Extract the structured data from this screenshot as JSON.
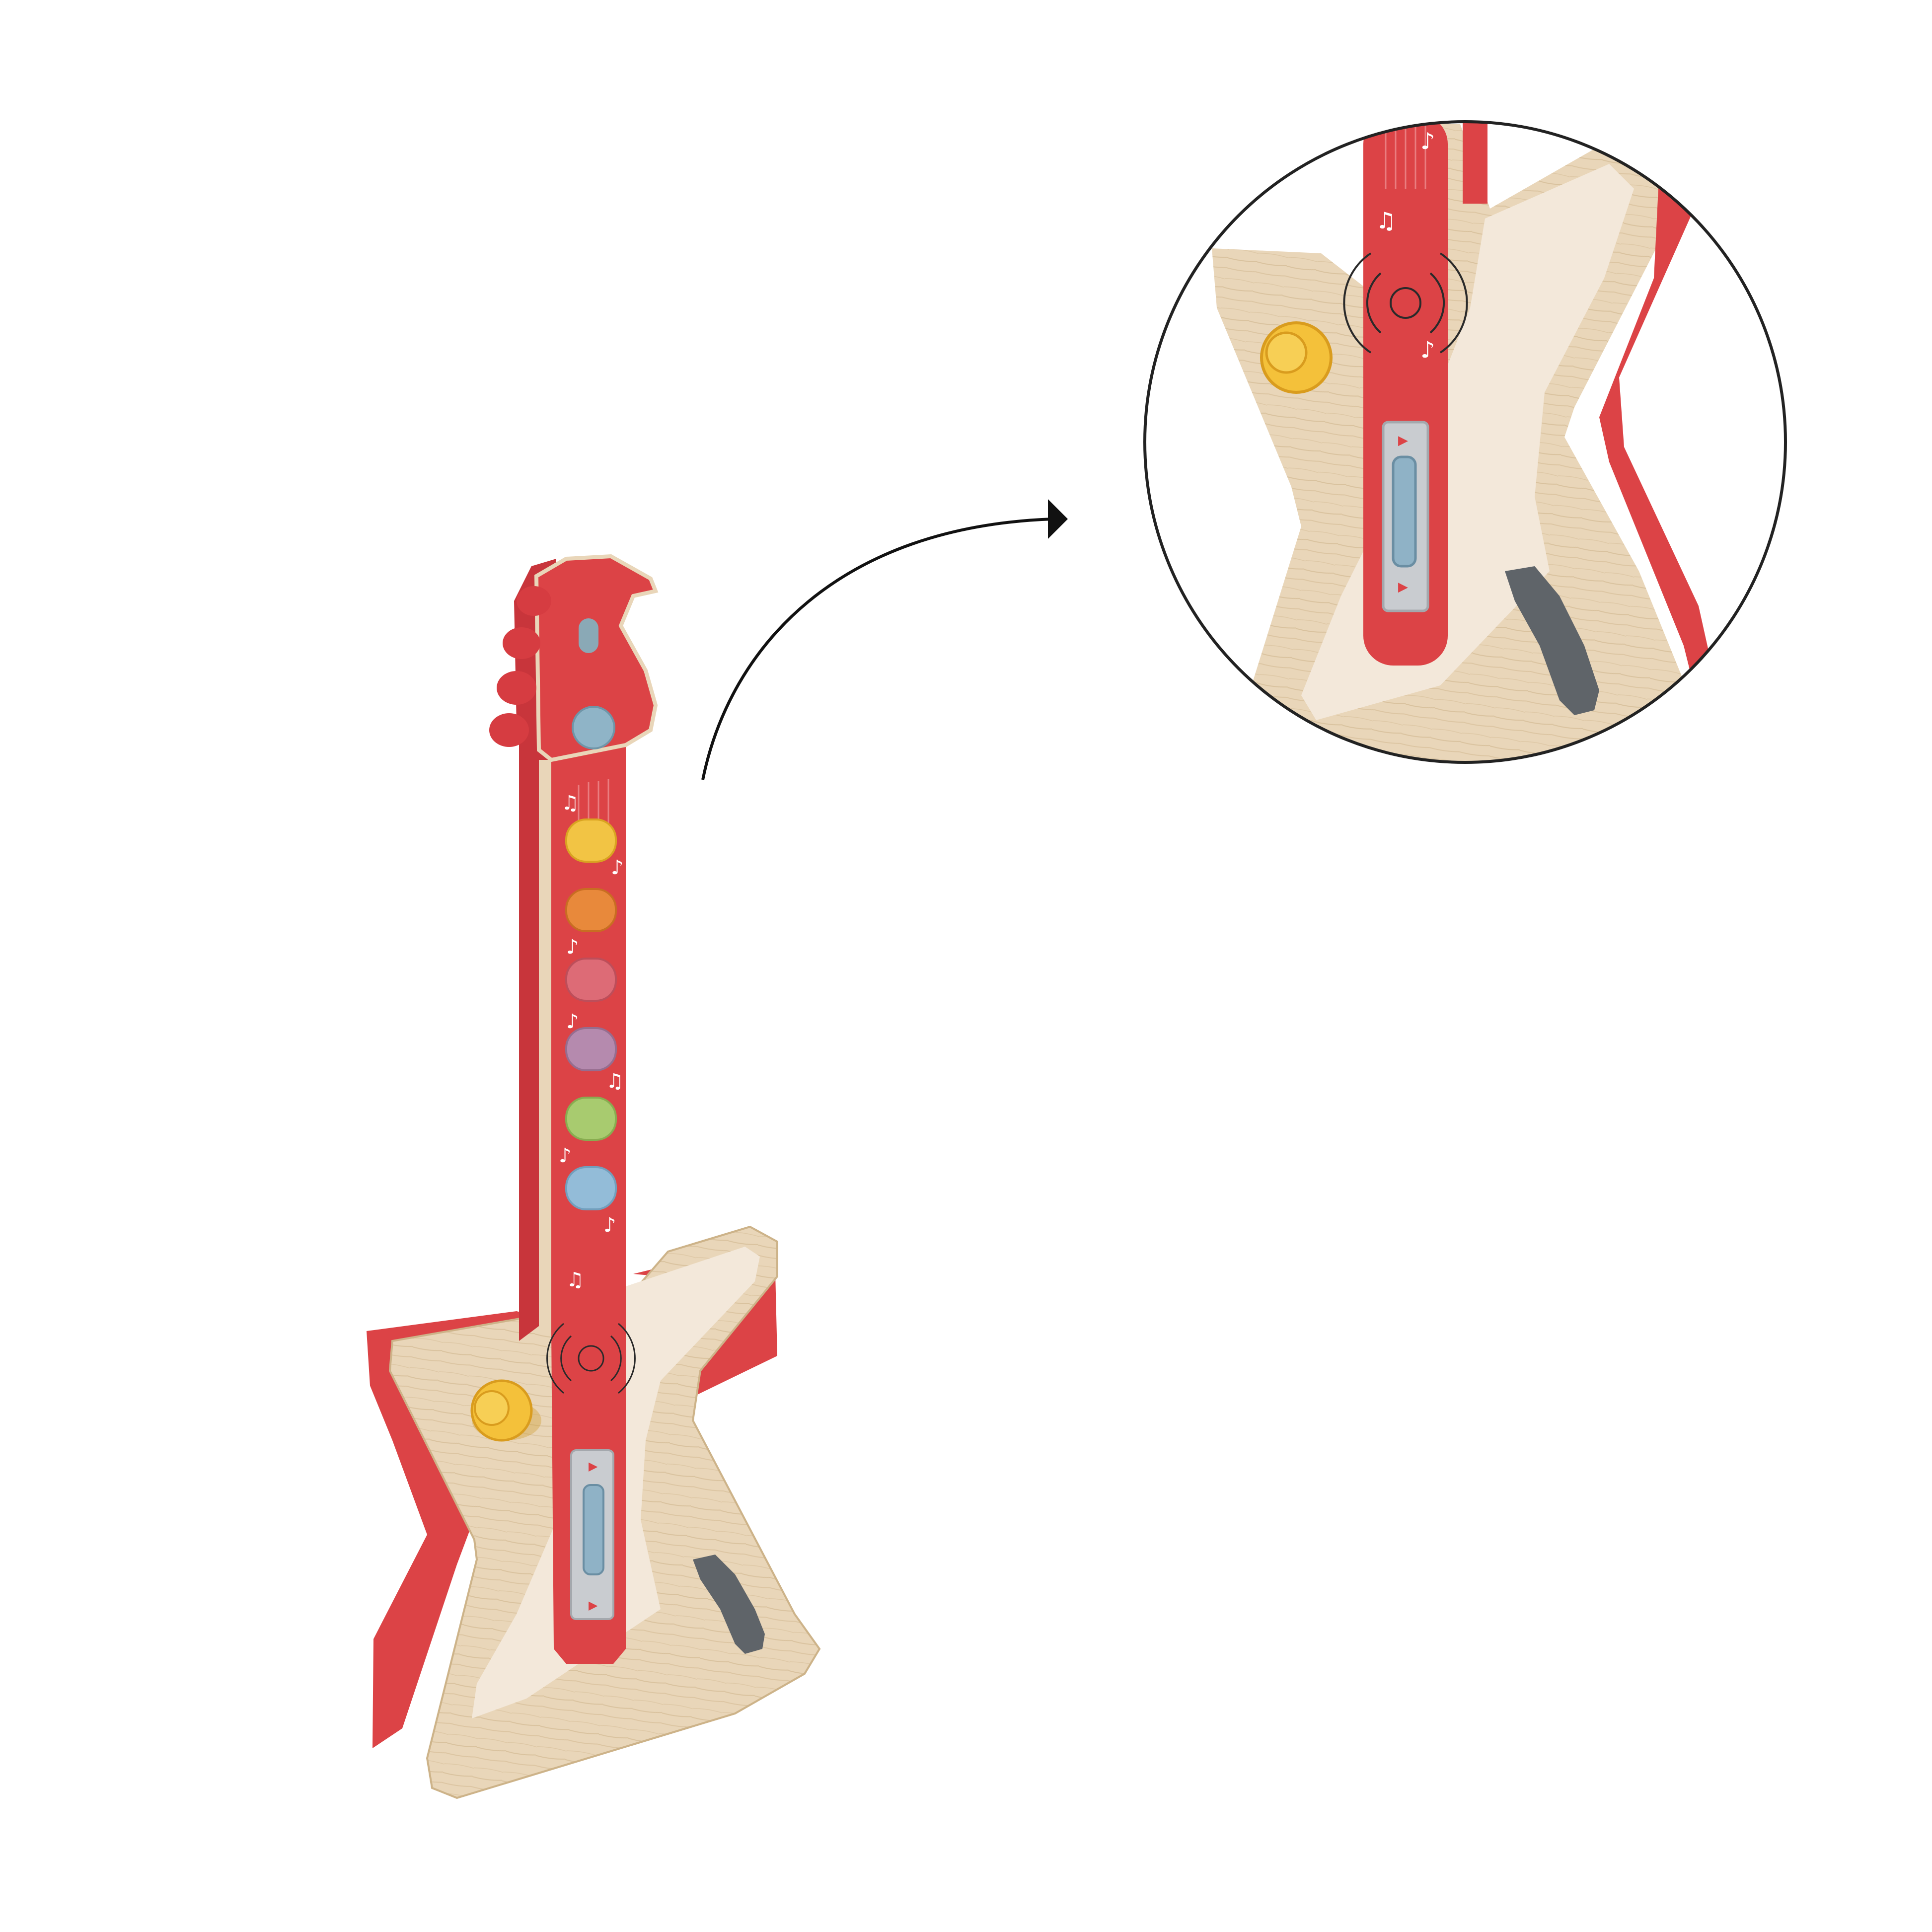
{
  "scene": {
    "subject": "toy-electric-guitar",
    "views": [
      "full-guitar",
      "detail-zoom"
    ],
    "colors": {
      "background": "#ffffff",
      "red": "#dc4346",
      "red_dark": "#b8323a",
      "red_edge": "#e35c5e",
      "wood": "#e9d6b9",
      "wood_grain": "#d8c29f",
      "cream_panel": "#f3e8da",
      "knob_yellow": "#f4c13a",
      "knob_yellow_dark": "#d99c1e",
      "button_blue": "#8fb4c7",
      "button_yellow": "#f2c444",
      "button_orange": "#e8893b",
      "button_pink": "#dd6b76",
      "button_purple": "#b58aae",
      "button_green": "#a8cb6f",
      "button_light_blue": "#93bcd8",
      "slider_grey": "#c9ccd0",
      "slider_blue": "#8fb2c6",
      "handle_grey": "#5f6469",
      "arrow": "#111111",
      "circle_outline": "#222222"
    },
    "icons": [
      "music-note-icon",
      "speaker-waves-icon",
      "play-arrow-icon"
    ],
    "note_buttons": [
      "yellow",
      "orange",
      "pink",
      "purple",
      "green",
      "light-blue"
    ]
  }
}
